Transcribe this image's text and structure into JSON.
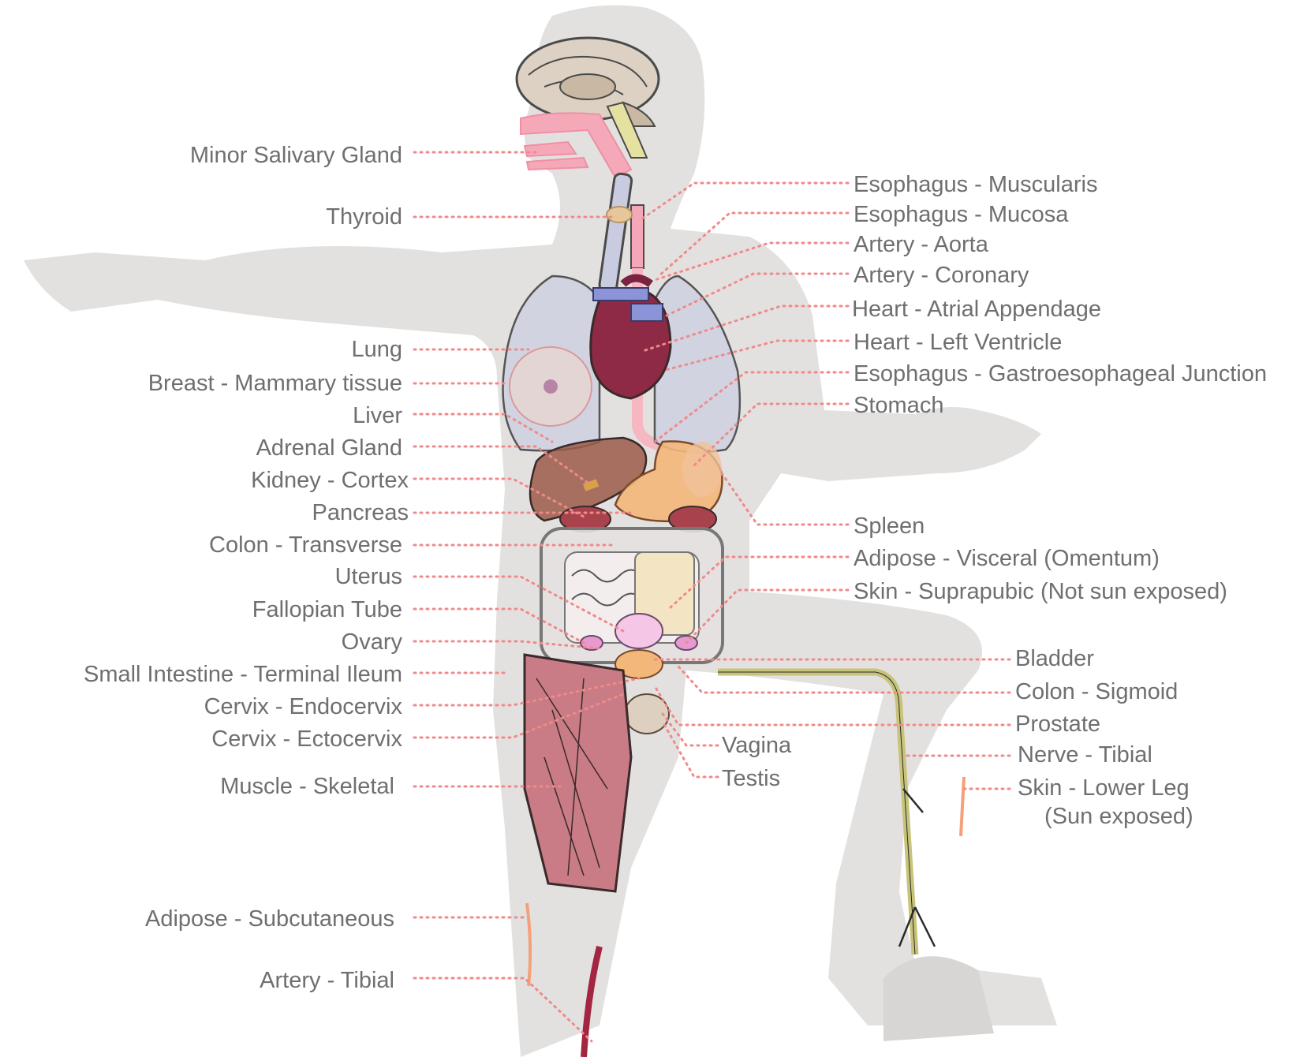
{
  "colors": {
    "body": "#e3e1df",
    "leader": "#f08a8a",
    "label": "#6f6f6f",
    "lung": "#cfd0e2",
    "heart": "#8e2a45",
    "liver": "#9b5a4a",
    "stomach": "#f4b77a",
    "intestine": "#f1eded",
    "muscle": "#c97b86",
    "nerve": "#c7c37a",
    "artery": "#a3253f",
    "salivary": "#f5a9b8"
  },
  "labels_left": [
    {
      "id": "minor-salivary-gland",
      "text": "Minor Salivary Gland"
    },
    {
      "id": "thyroid",
      "text": "Thyroid"
    },
    {
      "id": "lung",
      "text": "Lung"
    },
    {
      "id": "breast",
      "text": "Breast - Mammary tissue"
    },
    {
      "id": "liver",
      "text": "Liver"
    },
    {
      "id": "adrenal-gland",
      "text": "Adrenal Gland"
    },
    {
      "id": "kidney-cortex",
      "text": "Kidney - Cortex"
    },
    {
      "id": "pancreas",
      "text": "Pancreas"
    },
    {
      "id": "colon-transverse",
      "text": "Colon - Transverse"
    },
    {
      "id": "uterus",
      "text": "Uterus"
    },
    {
      "id": "fallopian-tube",
      "text": "Fallopian Tube"
    },
    {
      "id": "ovary",
      "text": "Ovary"
    },
    {
      "id": "small-intestine",
      "text": "Small Intestine - Terminal Ileum"
    },
    {
      "id": "cervix-endocervix",
      "text": "Cervix - Endocervix"
    },
    {
      "id": "cervix-ectocervix",
      "text": "Cervix - Ectocervix"
    },
    {
      "id": "muscle-skeletal",
      "text": "Muscle - Skeletal"
    },
    {
      "id": "adipose-subcutaneous",
      "text": "Adipose - Subcutaneous"
    },
    {
      "id": "artery-tibial",
      "text": "Artery - Tibial"
    }
  ],
  "labels_right": [
    {
      "id": "esophagus-muscularis",
      "text": "Esophagus - Muscularis"
    },
    {
      "id": "esophagus-mucosa",
      "text": "Esophagus - Mucosa"
    },
    {
      "id": "artery-aorta",
      "text": "Artery - Aorta"
    },
    {
      "id": "artery-coronary",
      "text": "Artery - Coronary"
    },
    {
      "id": "heart-atrial-appendage",
      "text": "Heart - Atrial Appendage"
    },
    {
      "id": "heart-left-ventricle",
      "text": "Heart - Left Ventricle"
    },
    {
      "id": "esophagus-gej",
      "text": "Esophagus - Gastroesophageal Junction"
    },
    {
      "id": "stomach",
      "text": "Stomach"
    },
    {
      "id": "spleen",
      "text": "Spleen"
    },
    {
      "id": "adipose-visceral",
      "text": "Adipose - Visceral (Omentum)"
    },
    {
      "id": "skin-suprapubic",
      "text": "Skin - Suprapubic (Not sun exposed)"
    },
    {
      "id": "bladder",
      "text": "Bladder"
    },
    {
      "id": "colon-sigmoid",
      "text": "Colon - Sigmoid"
    },
    {
      "id": "prostate",
      "text": "Prostate"
    },
    {
      "id": "nerve-tibial",
      "text": "Nerve - Tibial"
    },
    {
      "id": "skin-lower-leg",
      "text": "Skin - Lower Leg"
    },
    {
      "id": "skin-lower-leg-2",
      "text": "(Sun exposed)"
    }
  ],
  "labels_center": [
    {
      "id": "vagina",
      "text": "Vagina"
    },
    {
      "id": "testis",
      "text": "Testis"
    }
  ]
}
